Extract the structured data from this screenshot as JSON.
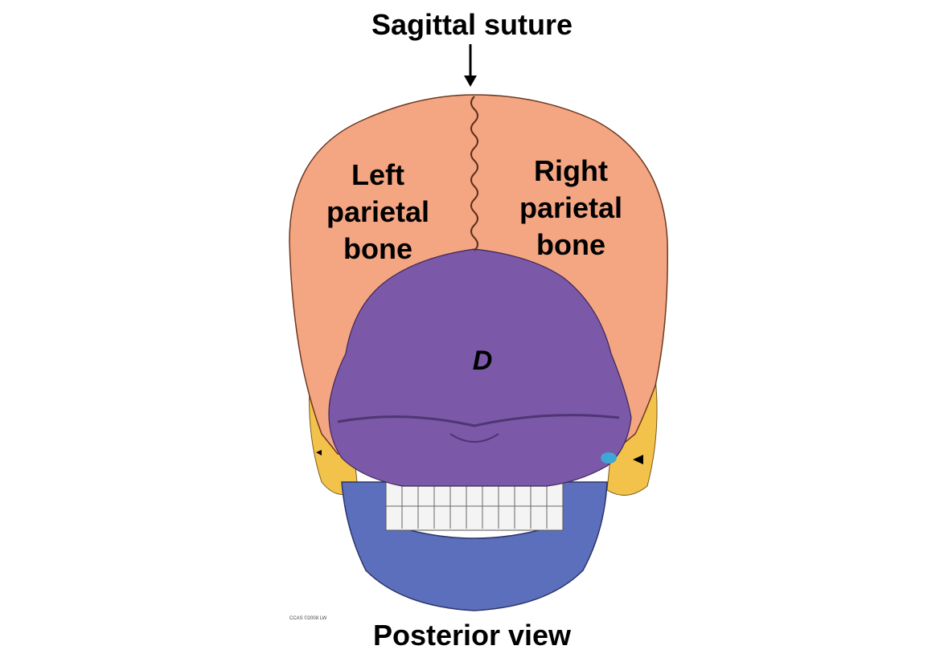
{
  "labels": {
    "sagittal_suture": "Sagittal suture",
    "left_parietal": [
      "Left",
      "parietal",
      "bone"
    ],
    "right_parietal": [
      "Right",
      "parietal",
      "bone"
    ],
    "region_d": "D",
    "view": "Posterior view",
    "credit": "CCAS ©2008 LW"
  },
  "colors": {
    "parietal": "#f4a582",
    "occipital": "#7b58a8",
    "temporal": "#f3c24a",
    "mandible": "#5b6fbd",
    "teeth": "#f4f4f4",
    "mastoid_accent": "#3fa6d6"
  }
}
